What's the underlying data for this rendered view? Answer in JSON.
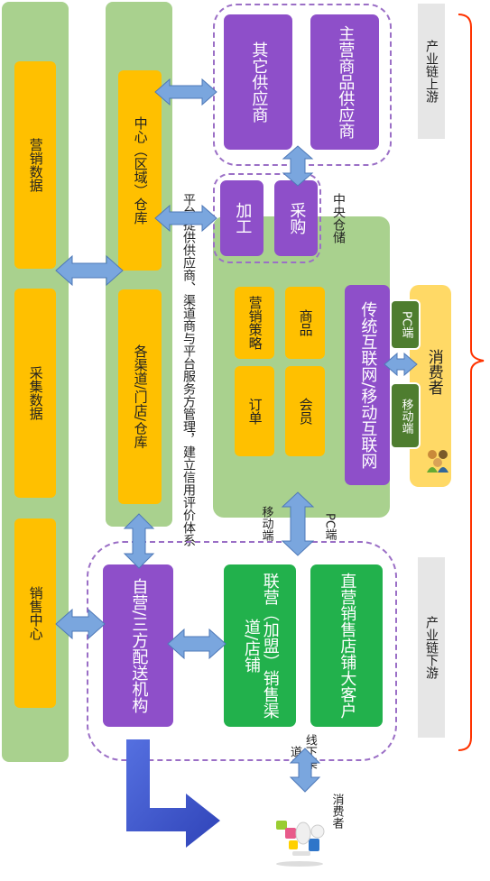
{
  "left_column": [
    "营销数据",
    "采集数据",
    "销售中心"
  ],
  "warehouse_column": [
    "中心（区域）仓库",
    "各渠道/门店/仓库"
  ],
  "upstream": {
    "band_label": "产业链上游",
    "main_supplier": "主营商品供应商",
    "other_supplier": "其它供应商"
  },
  "central": {
    "label": "中央仓储",
    "purchase": "采购",
    "processing": "加工",
    "modules": [
      "商品",
      "营销策略",
      "会员",
      "订单"
    ],
    "internet": "传统互联网/移动互联网"
  },
  "consumer_panel": {
    "title": "消费者",
    "pc": "PC端",
    "mobile": "移动端"
  },
  "platform_text": "平台提供供应商、渠道商与平台服务方管理，建立信用评价体系",
  "connector_labels": [
    "PC端",
    "移动端"
  ],
  "downstream": {
    "band_label": "产业链下游",
    "direct": "直营销售店铺大客户",
    "franchise": "联营（加盟）销售渠道/店铺",
    "delivery": "自营/三方配送机构",
    "offline": "线下渠道",
    "consumer": "消费者"
  },
  "colors": {
    "green_panel": "#a9d18e",
    "dark_green": "#22b14c",
    "orange": "#ffc000",
    "purple": "#8e4fc9",
    "arrow_blue": "#7aa6de",
    "bracket_red": "#ff3300"
  }
}
